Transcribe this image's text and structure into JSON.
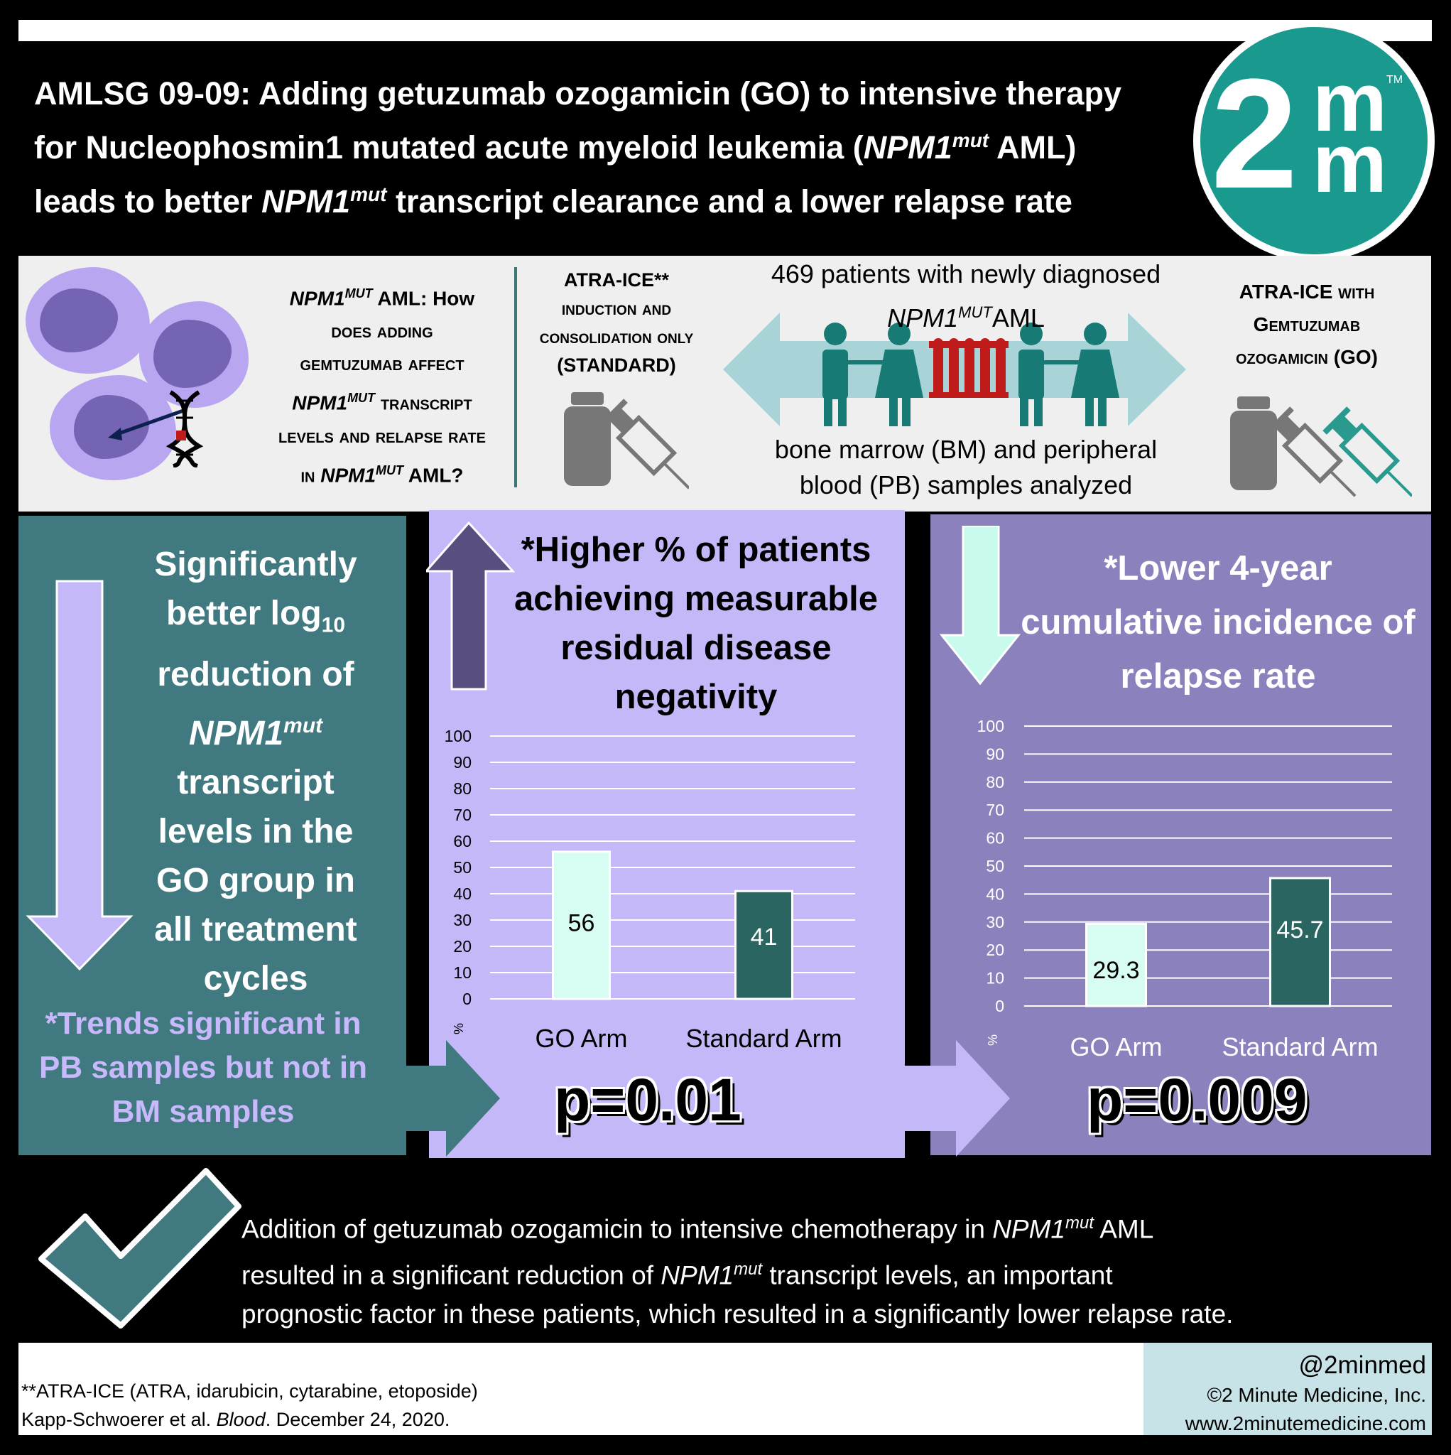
{
  "header": {
    "title_line1": "AMLSG 09-09: Adding getuzumab ozogamicin (GO) to intensive therapy",
    "title_line2_a": "for Nucleophosmin1 mutated acute myeloid leukemia (",
    "npm1": "NPM1",
    "mut": "mut",
    "title_line2_b": " AML)",
    "title_line3_a": "leads to better ",
    "title_line3_b": " transcript clearance and a lower relapse rate"
  },
  "logo": {
    "two": "2",
    "m1": "m",
    "m2": "m",
    "tm": "TM",
    "color": "#1a9a8e"
  },
  "question": {
    "npm1": "NPM1",
    "mut_caps": "MUT",
    "l1b": " AML: How",
    "l2": "does adding",
    "l3": "gemtuzumab affect",
    "l4b": " transcript",
    "l5": "levels and relapse rate",
    "l6a": "in ",
    "l6b": " AML?"
  },
  "standard_arm": {
    "l1": "ATRA-ICE**",
    "l2": "induction and",
    "l3": "consolidation only",
    "l4": "(STANDARD)"
  },
  "patients": {
    "l1": "469 patients with newly diagnosed",
    "l2b": "AML",
    "samples_l1": "bone marrow (BM) and peripheral",
    "samples_l2": "blood (PB) samples analyzed"
  },
  "go_arm": {
    "l1": "ATRA-ICE with",
    "l2": "Gemtuzumab",
    "l3": "ozogamicin (GO)"
  },
  "panel1": {
    "l1": "Significantly",
    "l2a": "better log",
    "l2sub": "10",
    "l3": "reduction of",
    "l4": "NPM1",
    "l4sup": "mut",
    "l5": "transcript",
    "l6": "levels in the",
    "l7": "GO group in",
    "l8": "all treatment",
    "l9": "cycles",
    "trend": "*Trends significant in PB samples but not in BM samples",
    "color": "#417980"
  },
  "panel2": {
    "title": "*Higher % of patients achieving measurable residual disease negativity",
    "pvalue": "p=0.01",
    "color": "#c5b8f9"
  },
  "panel3": {
    "title": "*Lower 4-year cumulative incidence of relapse rate",
    "pvalue": "p=0.009",
    "color": "#8b82bd"
  },
  "chart_data": [
    {
      "type": "bar",
      "categories": [
        "GO Arm",
        "Standard Arm"
      ],
      "values": [
        56,
        41
      ],
      "value_labels": [
        "56",
        "41"
      ],
      "ylabel": "%",
      "ylim": [
        0,
        100
      ],
      "yticks": [
        "0",
        "10",
        "20",
        "30",
        "40",
        "50",
        "60",
        "70",
        "80",
        "90",
        "100"
      ],
      "grid": true,
      "colors": [
        "#d7fcf1",
        "#2a6561"
      ]
    },
    {
      "type": "bar",
      "categories": [
        "GO Arm",
        "Standard Arm"
      ],
      "values": [
        29.3,
        45.7
      ],
      "value_labels": [
        "29.3",
        "45.7"
      ],
      "ylabel": "%",
      "ylim": [
        0,
        100
      ],
      "yticks": [
        "0",
        "10",
        "20",
        "30",
        "40",
        "50",
        "60",
        "70",
        "80",
        "90",
        "100"
      ],
      "grid": true,
      "colors": [
        "#d7fcf1",
        "#2a6561"
      ]
    }
  ],
  "conclusion": {
    "l1a": "Addition of getuzumab ozogamicin to intensive chemotherapy in ",
    "l1b": " AML",
    "l2a": "resulted in a significant reduction of ",
    "l2b": " transcript levels, an important",
    "l3": "prognostic factor in these patients, which resulted in a significantly lower relapse rate."
  },
  "footer": {
    "note": "**ATRA-ICE (ATRA, idarubicin, cytarabine, etoposide)",
    "cite_a": "Kapp-Schwoerer et al. ",
    "cite_journal": "Blood",
    "cite_b": ". December 24, 2020.",
    "handle": "@2minmed",
    "copyright": "©2 Minute Medicine, Inc.",
    "website": "www.2minutemedicine.com"
  }
}
